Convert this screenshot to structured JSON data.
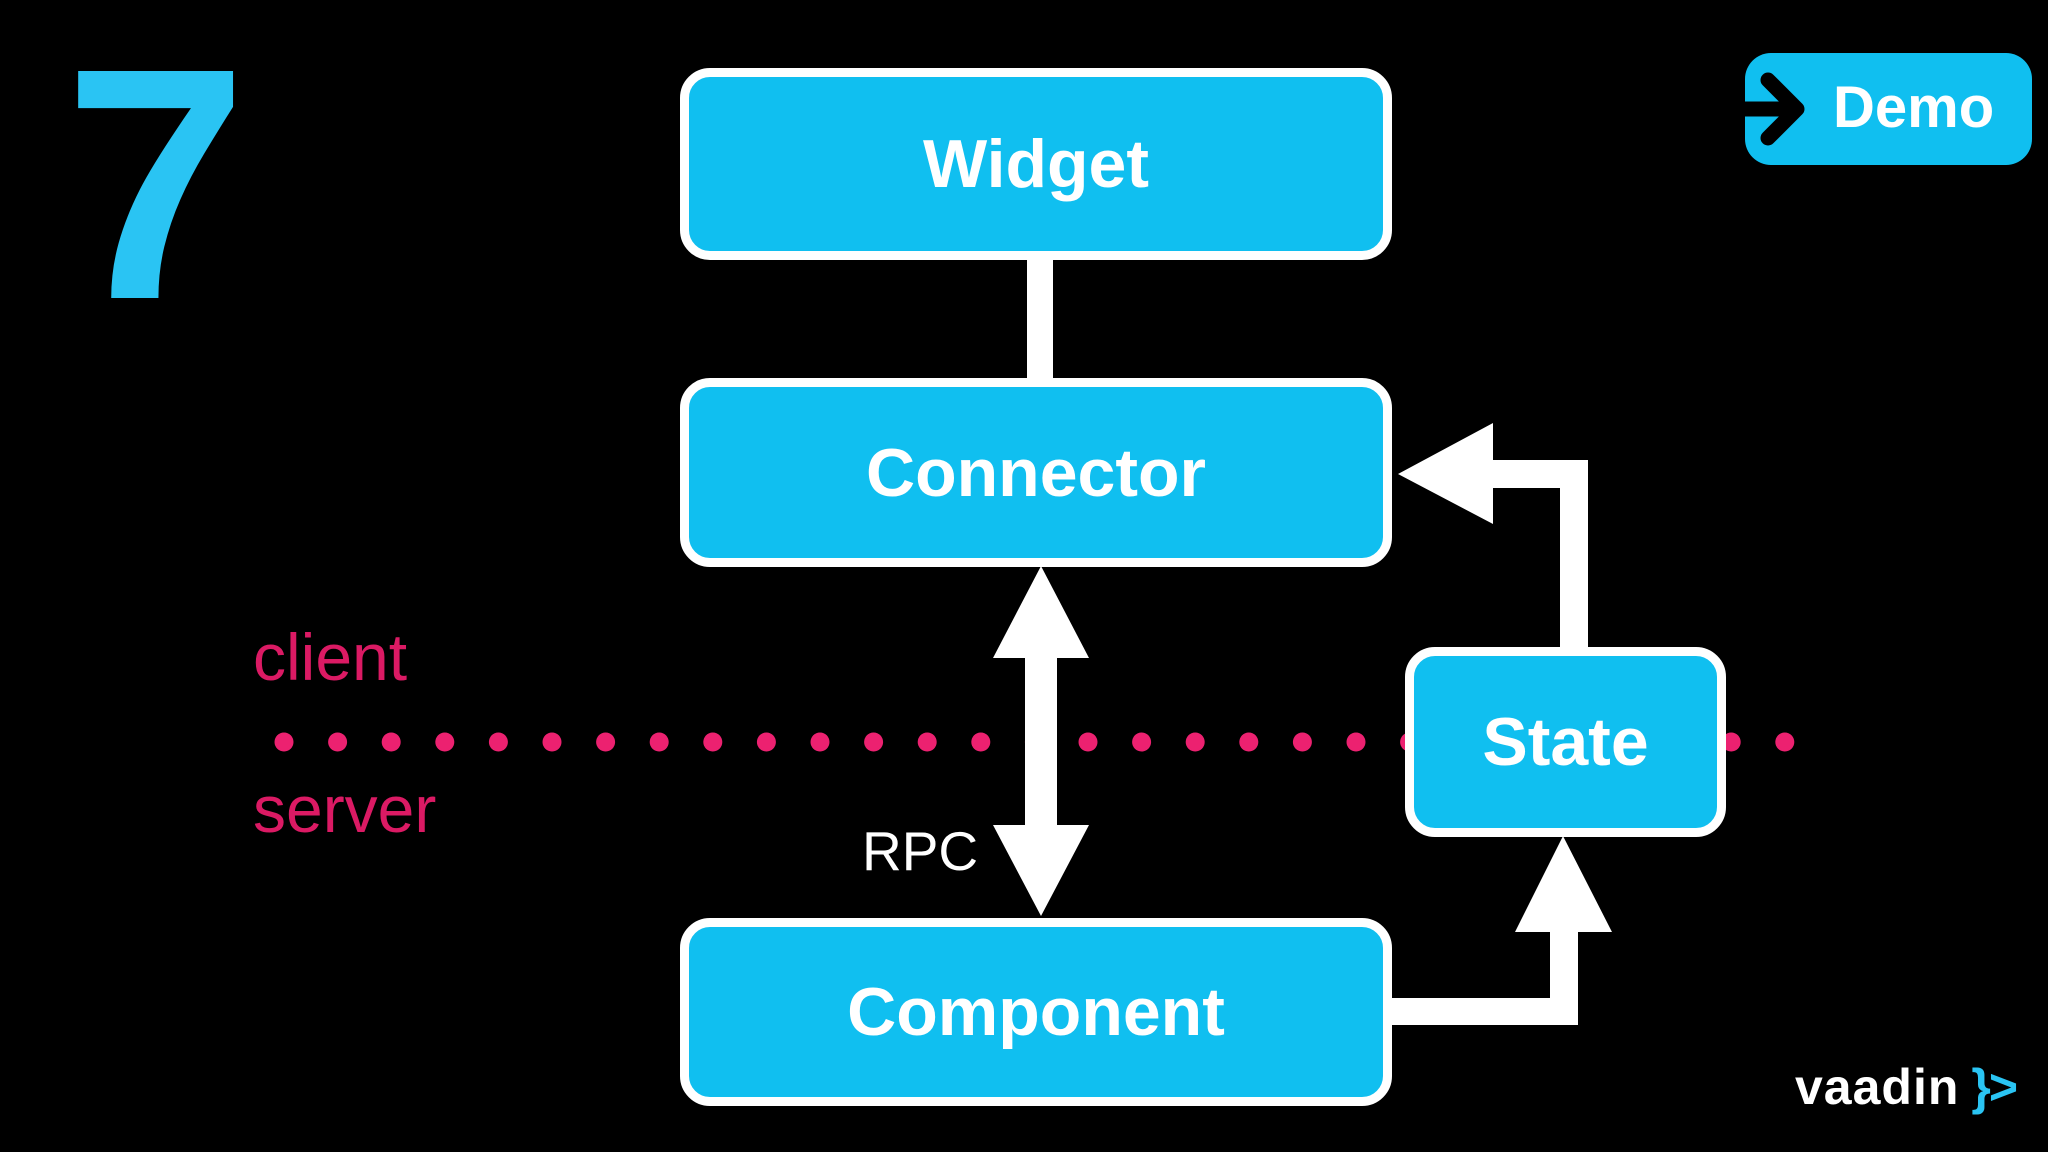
{
  "slide": {
    "number": "7",
    "background_color": "#000000",
    "accent_color": "#10BFF0",
    "arrow_color": "#FFFFFF",
    "pink_text_color": "#DB1A64"
  },
  "demo_button": {
    "label": "Demo",
    "icon": "arrow-right"
  },
  "diagram": {
    "nodes": [
      {
        "id": "widget",
        "label": "Widget"
      },
      {
        "id": "connector",
        "label": "Connector"
      },
      {
        "id": "component",
        "label": "Component"
      },
      {
        "id": "state",
        "label": "State"
      }
    ],
    "edges": [
      {
        "from": "Widget",
        "to": "Connector",
        "style": "line",
        "label": ""
      },
      {
        "from": "Connector",
        "to": "Component",
        "style": "double-arrow",
        "label": "RPC"
      },
      {
        "from": "State",
        "to": "Connector",
        "style": "arrow",
        "label": ""
      },
      {
        "from": "Component",
        "to": "State",
        "style": "arrow",
        "label": ""
      }
    ],
    "divider": {
      "client_label": "client",
      "server_label": "server",
      "dot_count": 29,
      "dot_color": "#EC2170"
    }
  },
  "footer": {
    "logo_text": "vaadin",
    "logo_symbol": "}>"
  }
}
